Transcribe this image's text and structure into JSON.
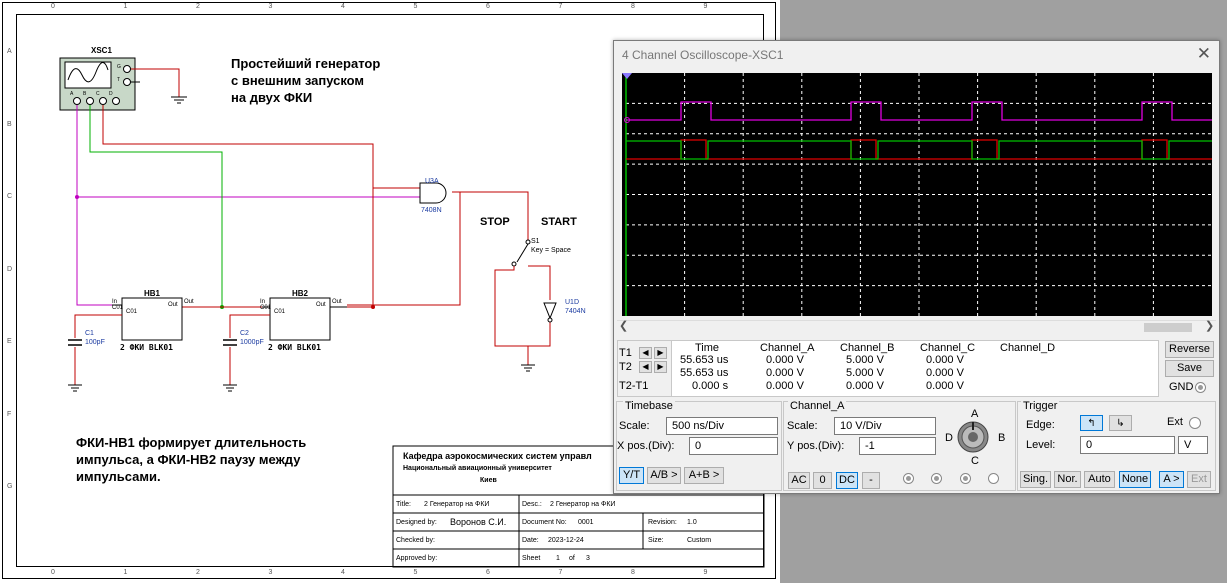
{
  "ruler": {
    "top": [
      "0",
      "1",
      "2",
      "3",
      "4",
      "5",
      "6",
      "7",
      "8",
      "9"
    ],
    "left": [
      "A",
      "B",
      "C",
      "D",
      "E",
      "F",
      "G"
    ]
  },
  "schematic": {
    "xsc_label": "XSC1",
    "xsc_pins": [
      "G",
      "T",
      "A",
      "B",
      "C",
      "D"
    ],
    "title_lines": [
      "Простейший генератор",
      "с внешним запуском",
      "на двух ФКИ"
    ],
    "u3a_label": "U3A",
    "u3a_part": "7408N",
    "stop_label": "STOP",
    "start_label": "START",
    "s1_label": "S1",
    "s1_key": "Key = Space",
    "u1d_label": "U1D",
    "u1d_part": "7404N",
    "hb1": {
      "name": "HB1",
      "pin_in": "In",
      "pin_out": "Out",
      "pin_c01": "C01",
      "pin_out2": "Out",
      "pin_c012": "C01",
      "desc": "2 ФКИ BLK01"
    },
    "hb2": {
      "name": "HB2",
      "pin_in": "In",
      "pin_out": "Out",
      "pin_c01": "C01",
      "pin_out2": "Out",
      "pin_c012": "C01",
      "desc": "2 ФКИ BLK01"
    },
    "c1": {
      "name": "C1",
      "value": "100pF"
    },
    "c2": {
      "name": "C2",
      "value": "1000pF"
    },
    "note_lines": [
      "ФКИ-НВ1 формирует длительность",
      "импульса, а ФКИ-НВ2 паузу между",
      "импульсами."
    ]
  },
  "title_block": {
    "dept": "Кафедра аэрокосмических систем управл",
    "university": "Национальный авиационный университет",
    "city": "Киев",
    "title_label": "Title:",
    "title_value": "2 Генератор на ФКИ",
    "desc_label": "Desc.:",
    "desc_value": "2 Генератор на ФКИ",
    "designed_label": "Designed by:",
    "designed_value": "Воронов С.И.",
    "docno_label": "Document No:",
    "docno_value": "0001",
    "revision_label": "Revision:",
    "revision_value": "1.0",
    "checked_label": "Checked by:",
    "date_label": "Date:",
    "date_value": "2023-12-24",
    "size_label": "Size:",
    "size_value": "Custom",
    "approved_label": "Approved by:",
    "sheet_label": "Sheet",
    "sheet_value": "1",
    "of_label": "of",
    "of_value": "3"
  },
  "oscilloscope": {
    "window_title": "4 Channel Oscilloscope-XSC1",
    "close_glyph": "✕",
    "readout": {
      "headers": [
        "Time",
        "Channel_A",
        "Channel_B",
        "Channel_C",
        "Channel_D"
      ],
      "rows": [
        {
          "label": "T1",
          "time": "55.653 us",
          "a": "0.000 V",
          "b": "5.000 V",
          "c": "0.000 V"
        },
        {
          "label": "T2",
          "time": "55.653 us",
          "a": "0.000 V",
          "b": "5.000 V",
          "c": "0.000 V"
        },
        {
          "label": "T2-T1",
          "time": "0.000 s",
          "a": "0.000 V",
          "b": "0.000 V",
          "c": "0.000 V"
        }
      ]
    },
    "reverse": "Reverse",
    "save": "Save",
    "gnd": "GND",
    "timebase": {
      "title": "Timebase",
      "scale_label": "Scale:",
      "scale_value": "500 ns/Div",
      "xpos_label": "X pos.(Div):",
      "xpos_value": "0",
      "yt": "Y/T",
      "ab": "A/B >",
      "aplusb": "A+B >"
    },
    "channel": {
      "title": "Channel_A",
      "scale_label": "Scale:",
      "scale_value": "10  V/Div",
      "ypos_label": "Y pos.(Div):",
      "ypos_value": "-1",
      "ac": "AC",
      "zero": "0",
      "dc": "DC",
      "minus": "-",
      "knob_a": "A",
      "knob_b": "B",
      "knob_c": "C",
      "knob_d": "D"
    },
    "trigger": {
      "title": "Trigger",
      "edge_label": "Edge:",
      "ext_label": "Ext",
      "level_label": "Level:",
      "level_value": "0",
      "level_unit": "V",
      "sing": "Sing.",
      "nor": "Nor.",
      "auto": "Auto",
      "none": "None",
      "a_src": "A >",
      "ext_src": "Ext"
    },
    "colors": {
      "channel_a": "#e000e0",
      "channel_b": "#00c000",
      "channel_c": "#e00000",
      "cursor": "#8a78ff"
    }
  }
}
